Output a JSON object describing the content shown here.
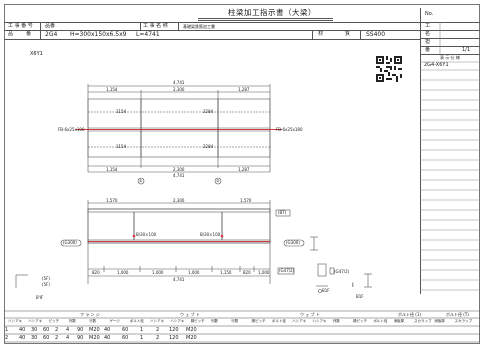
{
  "header": {
    "title": "柱梁加工指示書（大梁）",
    "no_label": "No.",
    "row1": {
      "k1": "工 事 番 号",
      "v1": "品番",
      "k2": "工 事 名 称",
      "v2": "基礎梁鉄筋加工書"
    },
    "row2": {
      "k1": "品",
      "k2": "番",
      "v1": "2G4",
      "spec": "H=300x150x6.5x9",
      "length": "L=4741",
      "k3": "材",
      "k4": "質",
      "material": "SS400"
    },
    "right_labels": [
      "工",
      "名",
      "担",
      "番"
    ],
    "page": "1/1",
    "mark_label": "表 示 仕 様",
    "mark_value": "2G4-X6Y1"
  },
  "drawing": {
    "label": "X6Y1",
    "top_view": {
      "overall": "4,741",
      "dims_top": [
        "1,154",
        "2,300",
        "1,287"
      ],
      "dims_bottom": [
        "1,154",
        "2,300",
        "1,287"
      ],
      "overall_bottom": "4,741",
      "left_note": "FB-6x25x100",
      "right_note": "FB-6x25x180",
      "inner_a": "1154",
      "inner_b": "2284",
      "inner_c": "1154",
      "inner_d": "2284",
      "circle_a": "①",
      "circle_b": "②"
    },
    "side_view": {
      "dims_top": [
        "1,570",
        "2,300",
        "1,570"
      ],
      "tag_right_top": "(BT)",
      "left_tag": "(G300)",
      "right_tag": "(G300)",
      "mid_left": "B/30×100",
      "mid_right": "B/30×100",
      "bottom_dims": [
        "820",
        "1,000",
        "1,000",
        "1,000",
        "1,150",
        "820",
        "1,000"
      ],
      "overall_bottom": "4,741",
      "right_note": "(G47/2)",
      "section_label": "I",
      "left_small": "(5F)",
      "left_small2": "(5F)",
      "note_bl": "B'IF",
      "note_br1": "B1F",
      "note_br2": "B1F",
      "note_br3": "(G47/2)"
    }
  },
  "table": {
    "groups": [
      "フ ラ ン ジ",
      "ウ ェ ブ ト",
      "ウ ェ ブ ト",
      "ボルト径 (1)",
      "ボルト径 (T)"
    ],
    "headers": [
      "ハシアキ",
      "ハシアキ",
      "ピッチ",
      "列数",
      "行数",
      "ゲージ",
      "ボルト径",
      "ハシアキ",
      "ハシアキ",
      "縁ピッチ",
      "列数",
      "行数",
      "縁ピッチ",
      "ボルト径",
      "ハシアキ",
      "ハシアキ",
      "列数",
      "縁ピッチ",
      "ボルト径",
      "添板厚",
      "スカラップ",
      "添板厚",
      "スカラップ"
    ],
    "rows": [
      [
        "1",
        "40",
        "30",
        "60",
        "2",
        "4",
        "90",
        "M20",
        "40",
        "60",
        "1",
        "2",
        "120",
        "M20"
      ],
      [
        "2",
        "40",
        "30",
        "60",
        "2",
        "4",
        "90",
        "M20",
        "40",
        "60",
        "1",
        "2",
        "120",
        "M20"
      ]
    ]
  }
}
